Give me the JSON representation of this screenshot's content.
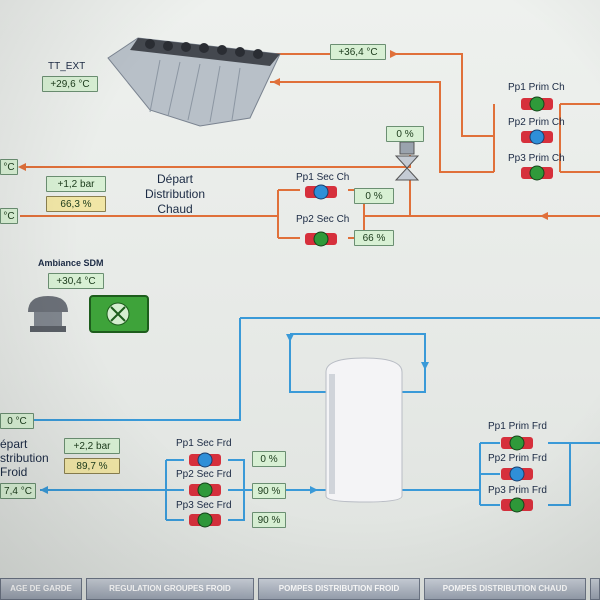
{
  "hot": {
    "tt_ext_label": "TT_EXT",
    "tt_ext_value": "+29,6 °C",
    "return_temp": "+36,4 °C",
    "left_temp_top": "°C",
    "left_temp_bottom": "°C",
    "pressure": "+1,2 bar",
    "percent_left": "66,3 %",
    "depart_line1": "Départ",
    "depart_line2": "Distribution",
    "depart_line3": "Chaud",
    "valve_percent": "0 %",
    "pp1_sec_ch": "Pp1 Sec Ch",
    "pp1_sec_ch_value": "0 %",
    "pp2_sec_ch": "Pp2 Sec Ch",
    "pp2_sec_ch_value": "66 %",
    "pp1_prim_ch": "Pp1 Prim Ch",
    "pp2_prim_ch": "Pp2 Prim Ch",
    "pp3_prim_ch": "Pp3 Prim Ch"
  },
  "ambiance": {
    "label": "Ambiance SDM",
    "value": "+30,4 °C"
  },
  "cold": {
    "left_temp_top": "0 °C",
    "left_temp_bottom": "7,4 °C",
    "depart_line1": "épart",
    "depart_line2": "stribution",
    "depart_line3": "Froid",
    "pressure": "+2,2 bar",
    "percent_left": "89,7 %",
    "pp1_sec_frd": "Pp1 Sec Frd",
    "pp1_sec_frd_value": "0 %",
    "pp2_sec_frd": "Pp2 Sec Frd",
    "pp2_sec_frd_value": "90 %",
    "pp3_sec_frd": "Pp3 Sec Frd",
    "pp3_sec_frd_value": "90 %",
    "pp1_prim_frd": "Pp1 Prim Frd",
    "pp2_prim_frd": "Pp2 Prim Frd",
    "pp3_prim_frd": "Pp3 Prim Frd"
  },
  "tabs": [
    "AGE DE GARDE",
    "REGULATION GROUPES FROID",
    "POMPES DISTRIBUTION FROID",
    "POMPES DISTRIBUTION CHAUD"
  ],
  "colors": {
    "hot_pipe": "#e0703a",
    "cold_pipe": "#3a9ad8",
    "pump_on": "#2f9a3a",
    "pump_off": "#2f8fd8",
    "pump_body": "#d6303c"
  }
}
